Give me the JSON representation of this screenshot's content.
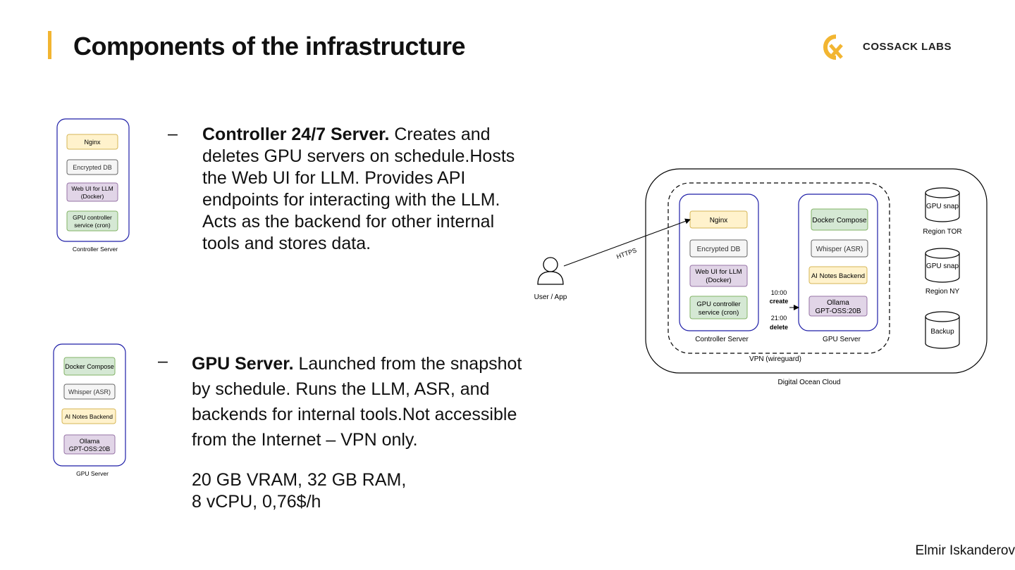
{
  "title": "Components of the infrastructure",
  "logo": {
    "text": "COSSACK LABS",
    "accent": "#f2b531"
  },
  "controller": {
    "heading": "Controller 24/7 Server.",
    "body_lines": [
      "Creates and",
      "deletes GPU servers on schedule.Hosts",
      "the Web UI for LLM. Provides API",
      "endpoints for interacting with the LLM.",
      "Acts as the backend for other internal",
      "tools and stores data."
    ]
  },
  "gpu": {
    "heading": "GPU Server.",
    "body_lines": [
      "Launched from the snapshot",
      "by schedule. Runs the LLM, ASR, and",
      "backends for internal tools.Not accessible",
      "from the Internet – VPN only."
    ],
    "specs_lines": [
      "20 GB VRAM, 32 GB RAM,",
      "8 vCPU, 0,76$/h"
    ]
  },
  "bullet": "–",
  "boxes": {
    "nginx": "Nginx",
    "db": "Encrypted DB",
    "webui": [
      "Web UI for LLM",
      "(Docker)"
    ],
    "gpuctl": [
      "GPU controller",
      "service (cron)"
    ],
    "docker": "Docker Compose",
    "whisper": "Whisper (ASR)",
    "notes": "AI Notes Backend",
    "ollama": [
      "Ollama",
      "GPT-OSS:20B"
    ]
  },
  "labels": {
    "controller_server": "Controller Server",
    "gpu_server": "GPU Server",
    "user": "User / App",
    "https": "HTTPS",
    "vpn": "VPN (wireguard)",
    "cloud": "Digital Ocean Cloud",
    "time_create": "10:00",
    "create": "create",
    "time_delete": "21:00",
    "delete": "delete",
    "snap1": "GPU snap",
    "region1": "Region TOR",
    "snap2": "GPU snap",
    "region2": "Region NY",
    "backup": "Backup"
  },
  "colors": {
    "yellow": "#fff2cc",
    "yellow_border": "#d6b656",
    "gray": "#f5f5f5",
    "gray_border": "#666666",
    "purple": "#e1d5e7",
    "purple_border": "#9673a6",
    "green": "#d5e8d4",
    "green_border": "#82b366",
    "blue_border": "#1f1fa8"
  },
  "footer": "Elmir Iskanderov"
}
